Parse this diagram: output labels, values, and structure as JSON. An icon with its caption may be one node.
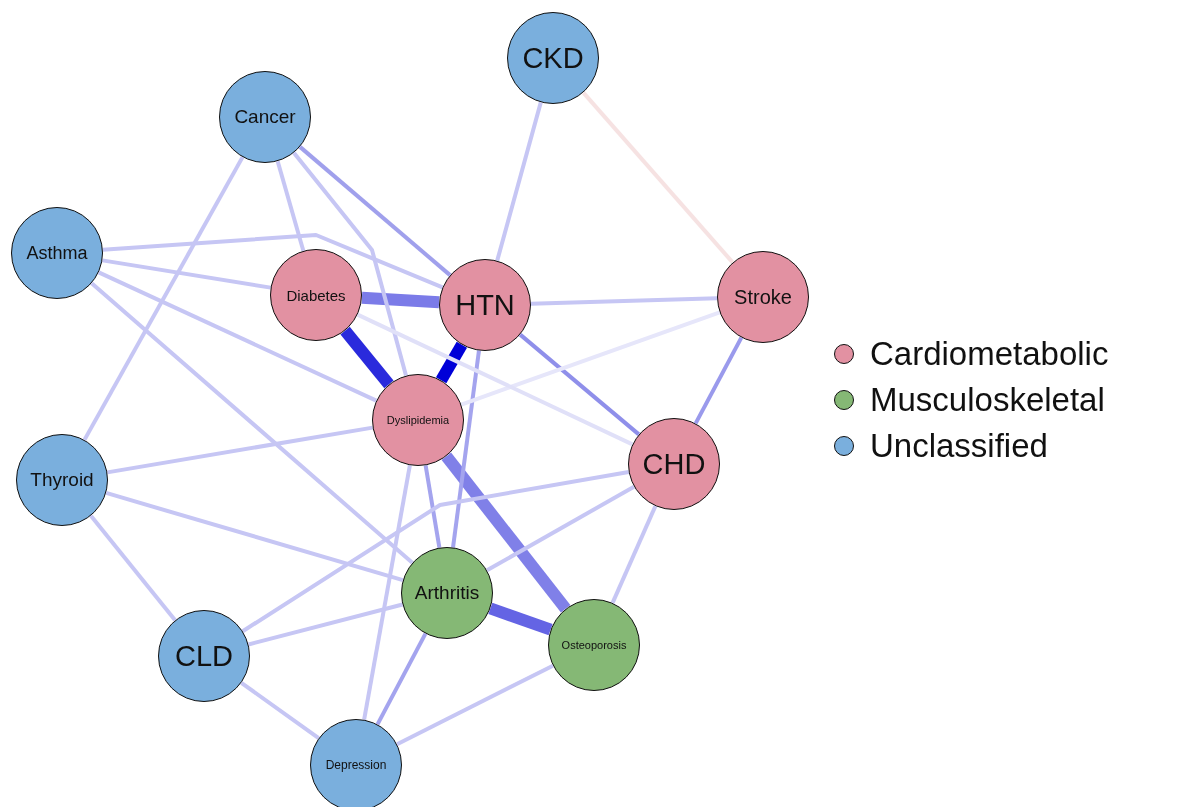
{
  "diagram": {
    "nodes": [
      {
        "text": [
          "CKD"
        ]
      },
      {
        "text": [
          "Cancer"
        ]
      },
      {
        "text": [
          "Asthma"
        ]
      },
      {
        "text": [
          "Diabetes"
        ]
      },
      {
        "text": [
          "HTN"
        ]
      },
      {
        "text": [
          "Stroke"
        ]
      },
      {
        "text": [
          "Dyslipidemia"
        ]
      },
      {
        "text": [
          "Thyroid"
        ]
      },
      {
        "text": [
          "CHD"
        ]
      },
      {
        "text": [
          "Arthritis"
        ]
      },
      {
        "text": [
          "CLD"
        ]
      },
      {
        "text": [
          "Osteoporosis"
        ]
      },
      {
        "text": [
          "Depression"
        ]
      }
    ],
    "edges": [
      {
        "from": 3,
        "to": 6,
        "arrow": "none",
        "style": "thick",
        "color": "#2a2adc"
      },
      {
        "from": 4,
        "to": 6,
        "arrow": "none",
        "style": "thick",
        "color": "#0000d8"
      },
      {
        "from": 3,
        "to": 4,
        "arrow": "none",
        "style": "thick",
        "color": "#7b7be8"
      },
      {
        "from": 1,
        "to": 4,
        "arrow": "none",
        "color": "#a0a0ec"
      },
      {
        "from": 4,
        "to": 8,
        "arrow": "none",
        "color": "#8f8fea"
      },
      {
        "from": 5,
        "to": 8,
        "arrow": "none",
        "color": "#9a9aec"
      },
      {
        "from": 6,
        "to": 11,
        "arrow": "none",
        "style": "thick",
        "color": "#8080e8"
      },
      {
        "from": 9,
        "to": 11,
        "arrow": "none",
        "style": "thick",
        "color": "#6464e4"
      },
      {
        "from": 4,
        "to": 9,
        "arrow": "none",
        "color": "#a4a4ee"
      },
      {
        "from": 6,
        "to": 9,
        "arrow": "none",
        "color": "#a4a4ee"
      },
      {
        "from": 9,
        "to": 12,
        "arrow": "none",
        "color": "#a4a4ee"
      },
      {
        "from": 0,
        "to": 4,
        "arrow": "none"
      },
      {
        "from": 1,
        "to": 3,
        "arrow": "none"
      },
      {
        "from": 1,
        "to": 7,
        "arrow": "none"
      },
      {
        "from": 1,
        "to": 6,
        "arrow": "none"
      },
      {
        "from": 2,
        "to": 3,
        "arrow": "none"
      },
      {
        "from": 2,
        "to": 4,
        "arrow": "none"
      },
      {
        "from": 2,
        "to": 9,
        "arrow": "none"
      },
      {
        "from": 2,
        "to": 6,
        "arrow": "none"
      },
      {
        "from": 4,
        "to": 5,
        "arrow": "none"
      },
      {
        "from": 7,
        "to": 6,
        "arrow": "none"
      },
      {
        "from": 7,
        "to": 9,
        "arrow": "none"
      },
      {
        "from": 7,
        "to": 10,
        "arrow": "none"
      },
      {
        "from": 10,
        "to": 9,
        "arrow": "none"
      },
      {
        "from": 10,
        "to": 8,
        "arrow": "none"
      },
      {
        "from": 10,
        "to": 12,
        "arrow": "none"
      },
      {
        "from": 6,
        "to": 12,
        "arrow": "none"
      },
      {
        "from": 8,
        "to": 9,
        "arrow": "none"
      },
      {
        "from": 8,
        "to": 11,
        "arrow": "none"
      },
      {
        "from": 11,
        "to": 12,
        "arrow": "none"
      },
      {
        "from": 6,
        "to": 5,
        "arrow": "none",
        "color": "#e6e6fa"
      },
      {
        "from": 3,
        "to": 8,
        "arrow": "none",
        "color": "#e0e0f8"
      },
      {
        "from": 0,
        "to": 5,
        "arrow": "none",
        "color": "#f6e2e2"
      }
    ],
    "legend": [
      {
        "text": "Cardiometabolic",
        "color": "#e291a2"
      },
      {
        "text": "Musculoskeletal",
        "color": "#85b875"
      },
      {
        "text": "Unclassified",
        "color": "#7aafdd"
      }
    ]
  }
}
